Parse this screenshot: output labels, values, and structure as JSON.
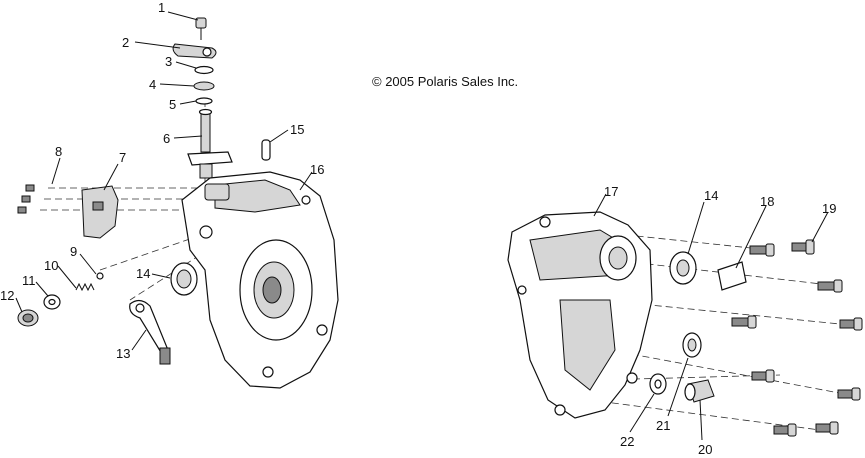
{
  "copyright": "© 2005 Polaris Sales Inc.",
  "callouts": [
    {
      "id": "1",
      "label": "1"
    },
    {
      "id": "2",
      "label": "2"
    },
    {
      "id": "3",
      "label": "3"
    },
    {
      "id": "4",
      "label": "4"
    },
    {
      "id": "5",
      "label": "5"
    },
    {
      "id": "6",
      "label": "6"
    },
    {
      "id": "7",
      "label": "7"
    },
    {
      "id": "8",
      "label": "8"
    },
    {
      "id": "9",
      "label": "9"
    },
    {
      "id": "10",
      "label": "10"
    },
    {
      "id": "11",
      "label": "11"
    },
    {
      "id": "12",
      "label": "12"
    },
    {
      "id": "13",
      "label": "13"
    },
    {
      "id": "14a",
      "label": "14"
    },
    {
      "id": "14b",
      "label": "14"
    },
    {
      "id": "15",
      "label": "15"
    },
    {
      "id": "16",
      "label": "16"
    },
    {
      "id": "17",
      "label": "17"
    },
    {
      "id": "18",
      "label": "18"
    },
    {
      "id": "19",
      "label": "19"
    },
    {
      "id": "20",
      "label": "20"
    },
    {
      "id": "21",
      "label": "21"
    },
    {
      "id": "22",
      "label": "22"
    }
  ]
}
